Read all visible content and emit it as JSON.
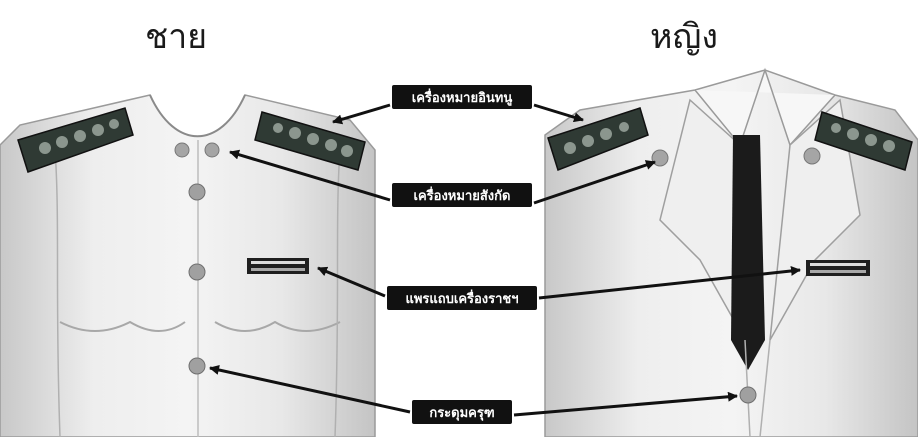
{
  "titles": {
    "male": "ชาย",
    "female": "หญิง"
  },
  "labels": {
    "insignia": "เครื่องหมายอินทนู",
    "affiliation": "เครื่องหมายสังกัด",
    "ribbon": "แพรแถบเครื่องราชฯ",
    "buttons": "กระดุมครุฑ"
  }
}
